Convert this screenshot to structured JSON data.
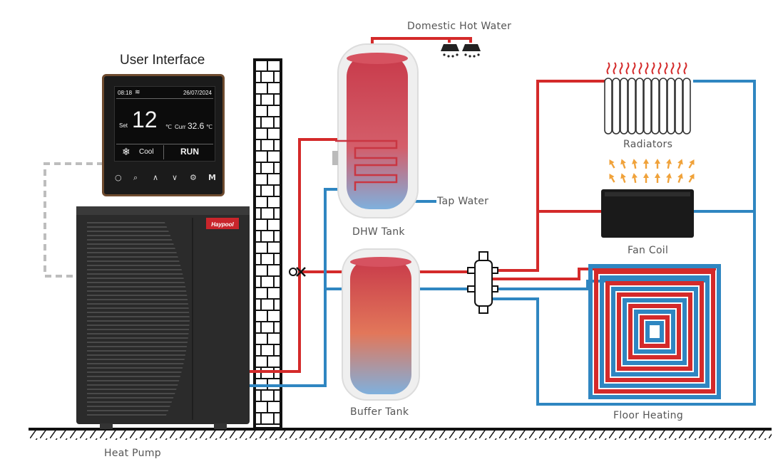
{
  "labels": {
    "domestic_hot_water": "Domestic Hot Water",
    "user_interface": "User Interface",
    "radiators": "Radiators",
    "fan_coil": "Fan Coil",
    "tap_water": "Tap Water",
    "dhw_tank": "DHW Tank",
    "buffer_tank": "Buffer Tank",
    "floor_heating": "Floor Heating",
    "heat_pump": "Heat Pump"
  },
  "controller": {
    "time": "08:18",
    "date": "26/07/2024",
    "set_label": "Set",
    "set_value": "12",
    "set_unit": "℃",
    "curr_label": "Curr",
    "curr_value": "32.6",
    "curr_unit": "℃",
    "mode": "Cool",
    "run": "RUN",
    "buttons": [
      "○",
      "⌕",
      "∧",
      "∨",
      "⚙",
      "M"
    ]
  },
  "brand": "Haypool",
  "colors": {
    "hot": "#d42a2a",
    "cold": "#2f86c1",
    "dashed": "#bdbdbd"
  }
}
